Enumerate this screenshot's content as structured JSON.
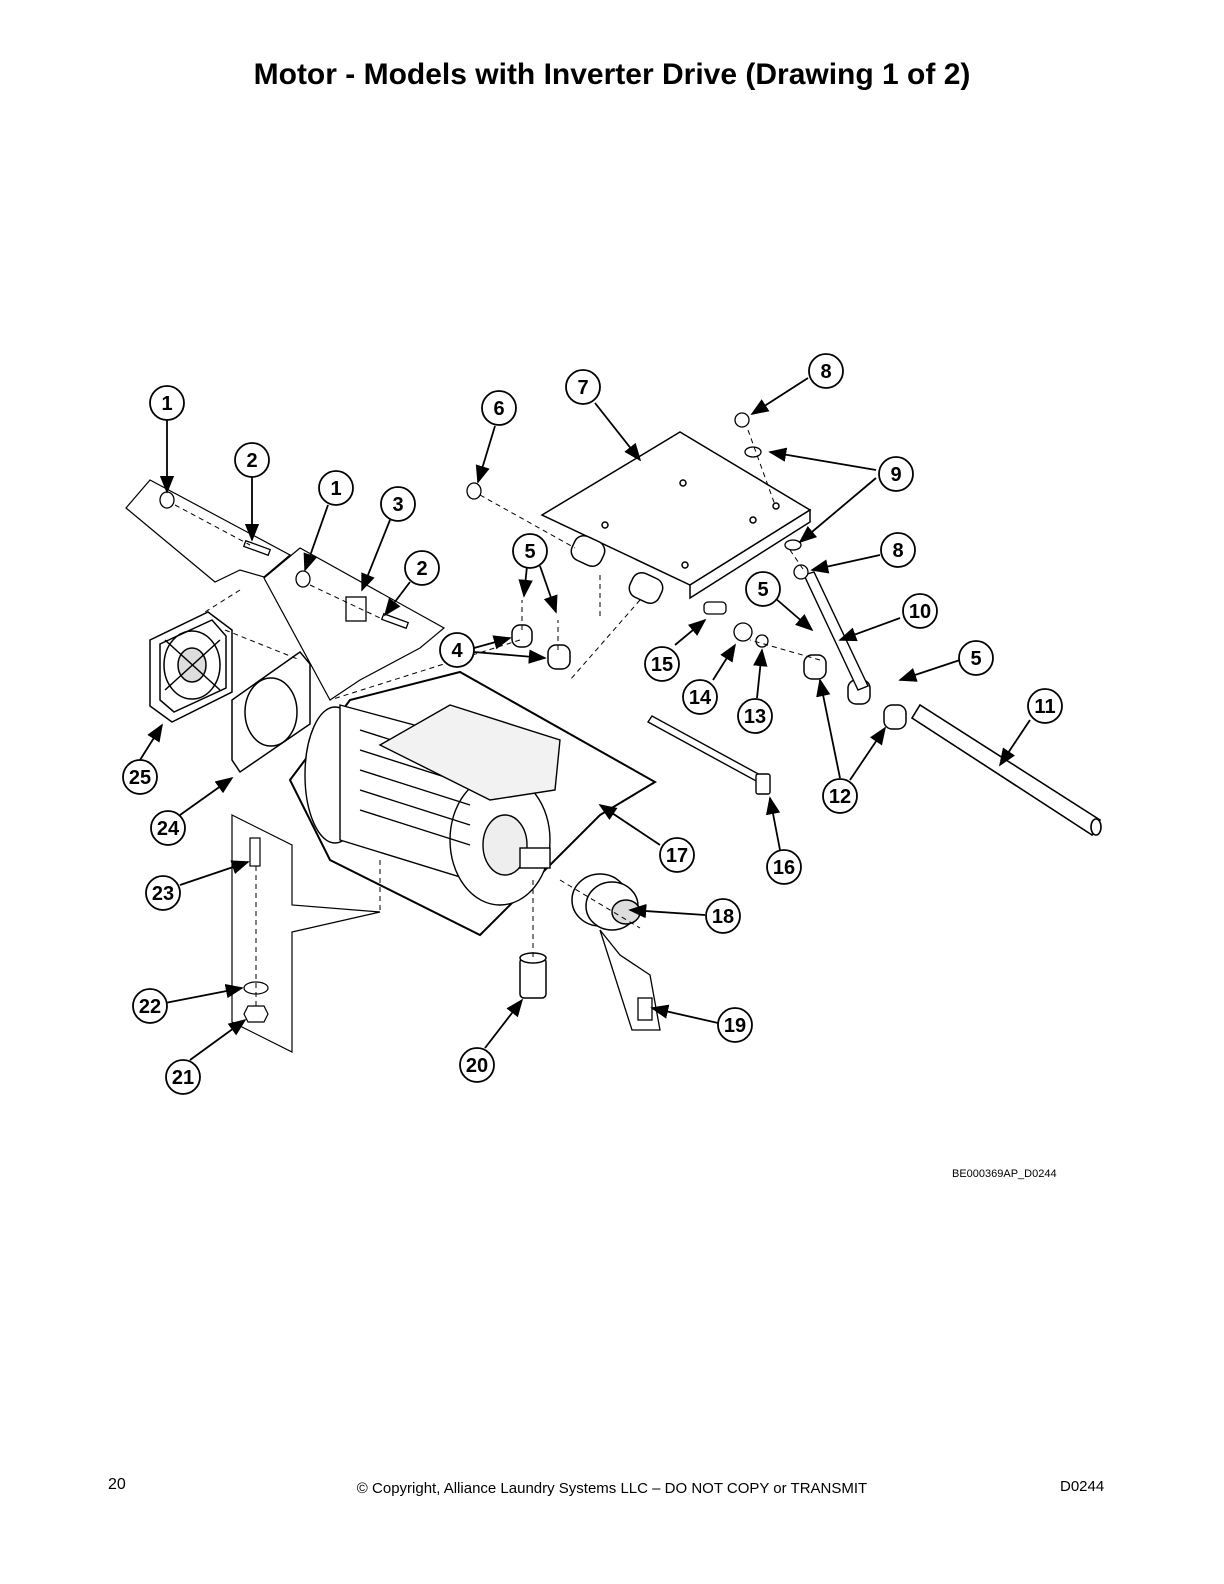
{
  "title": "Motor - Models with Inverter Drive (Drawing 1 of 2)",
  "drawing_id": "BE000369AP_D0244",
  "footer": {
    "page_number": "20",
    "copyright": "© Copyright, Alliance Laundry Systems LLC – DO NOT COPY or TRANSMIT",
    "doc_code": "D0244"
  },
  "callouts": [
    {
      "label": "1"
    },
    {
      "label": "2"
    },
    {
      "label": "1"
    },
    {
      "label": "3"
    },
    {
      "label": "2"
    },
    {
      "label": "6"
    },
    {
      "label": "7"
    },
    {
      "label": "8"
    },
    {
      "label": "9"
    },
    {
      "label": "8"
    },
    {
      "label": "5"
    },
    {
      "label": "4"
    },
    {
      "label": "5"
    },
    {
      "label": "10"
    },
    {
      "label": "5"
    },
    {
      "label": "15"
    },
    {
      "label": "14"
    },
    {
      "label": "13"
    },
    {
      "label": "11"
    },
    {
      "label": "12"
    },
    {
      "label": "25"
    },
    {
      "label": "24"
    },
    {
      "label": "17"
    },
    {
      "label": "16"
    },
    {
      "label": "23"
    },
    {
      "label": "18"
    },
    {
      "label": "22"
    },
    {
      "label": "19"
    },
    {
      "label": "21"
    },
    {
      "label": "20"
    }
  ]
}
